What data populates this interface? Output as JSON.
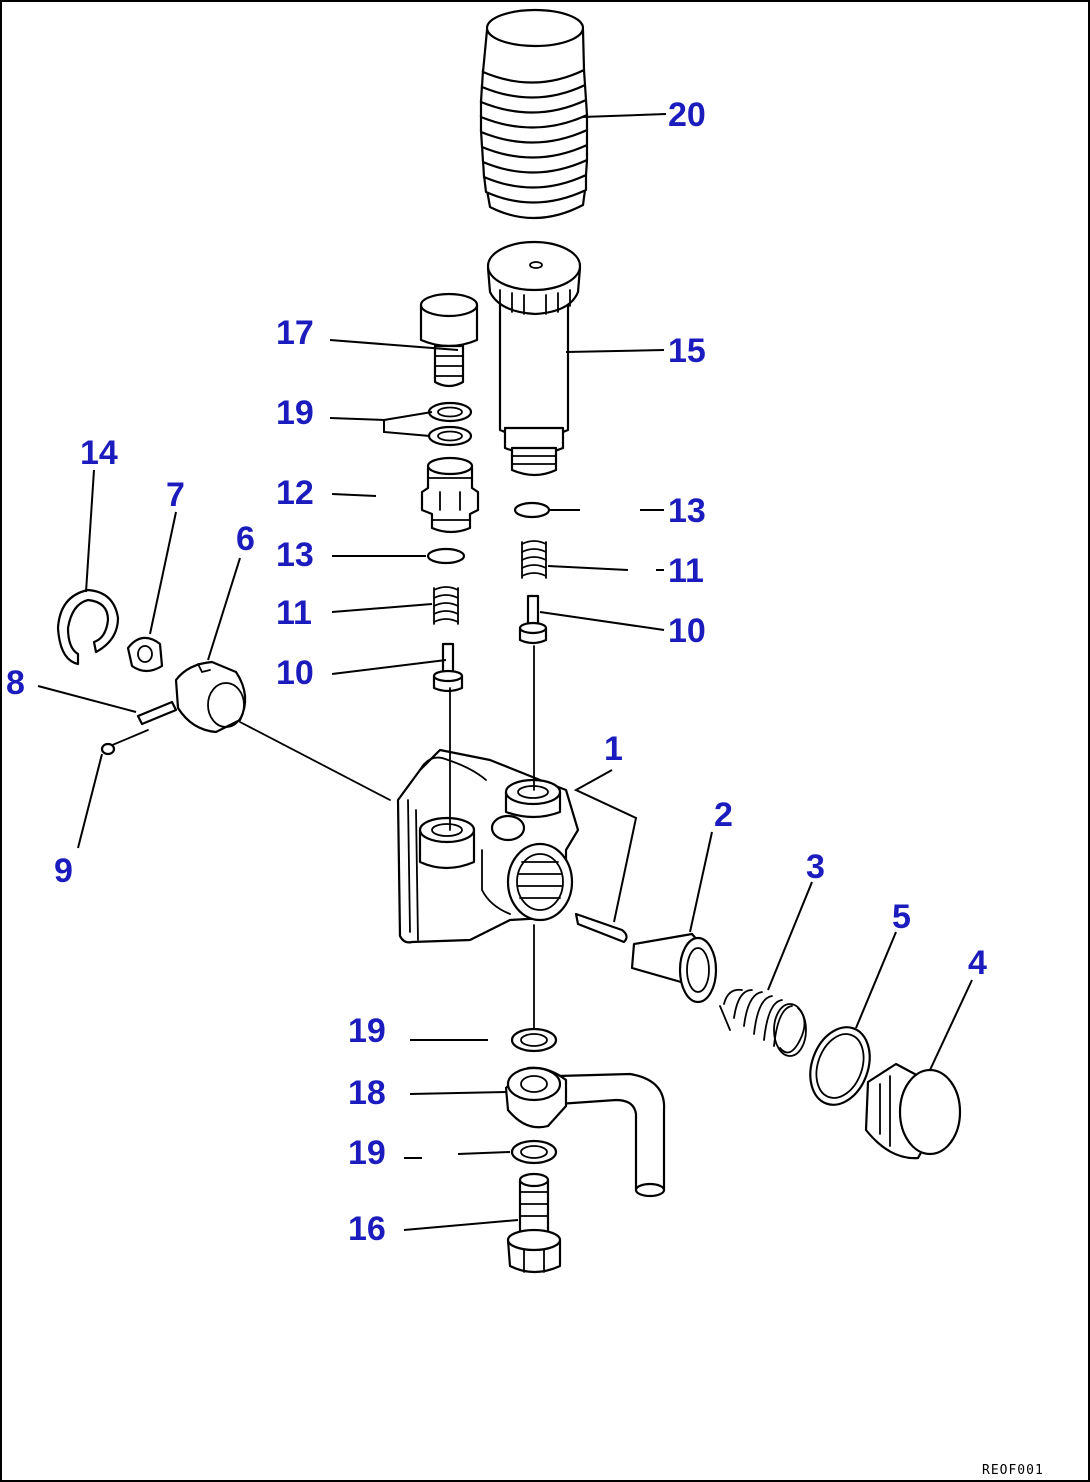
{
  "labels": {
    "p1": "1",
    "p2": "2",
    "p3": "3",
    "p4": "4",
    "p5": "5",
    "p6": "6",
    "p7": "7",
    "p8": "8",
    "p9": "9",
    "p10a": "10",
    "p10b": "10",
    "p11a": "11",
    "p11b": "11",
    "p12": "12",
    "p13a": "13",
    "p13b": "13",
    "p14": "14",
    "p15": "15",
    "p16": "16",
    "p17": "17",
    "p18": "18",
    "p19a": "19",
    "p19b": "19",
    "p19c": "19",
    "p20": "20"
  },
  "drawing_code": "REOF001",
  "colors": {
    "label": "#1c1cbe",
    "line": "#000000",
    "background": "#ffffff"
  }
}
